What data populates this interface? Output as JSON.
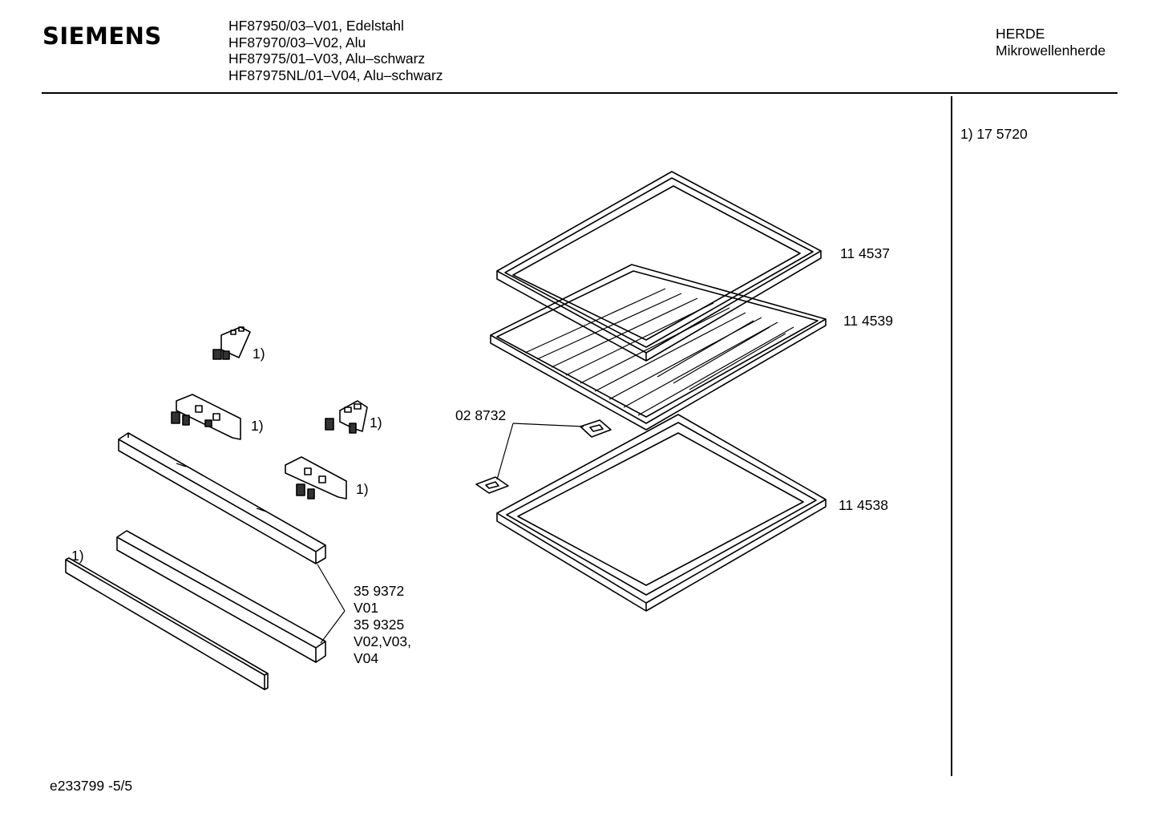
{
  "header": {
    "brand": "SIEMENS",
    "models": [
      "HF87950/03–V01, Edelstahl",
      "HF87970/03–V02, Alu",
      "HF87975/01–V03, Alu–schwarz",
      "HF87975NL/01–V04, Alu–schwarz"
    ],
    "category": "HERDE",
    "subcategory": "Mikrowellenherde"
  },
  "notes": {
    "note_1": "1)  17 5720"
  },
  "parts": {
    "baking_tray": "11 4537",
    "grill_rack": "11 4539",
    "deep_tray": "11 4538",
    "pads": "02 8732",
    "bracket_top": "1)",
    "bracket_mid_left": "1)",
    "bracket_mid_right": "1)",
    "bracket_low": "1)",
    "strip_ref": "1)",
    "trim_lines": [
      "35 9372",
      "V01",
      "35 9325",
      "V02,V03,",
      "V04"
    ]
  },
  "footer": {
    "doc_id": "e233799 -5/5"
  }
}
